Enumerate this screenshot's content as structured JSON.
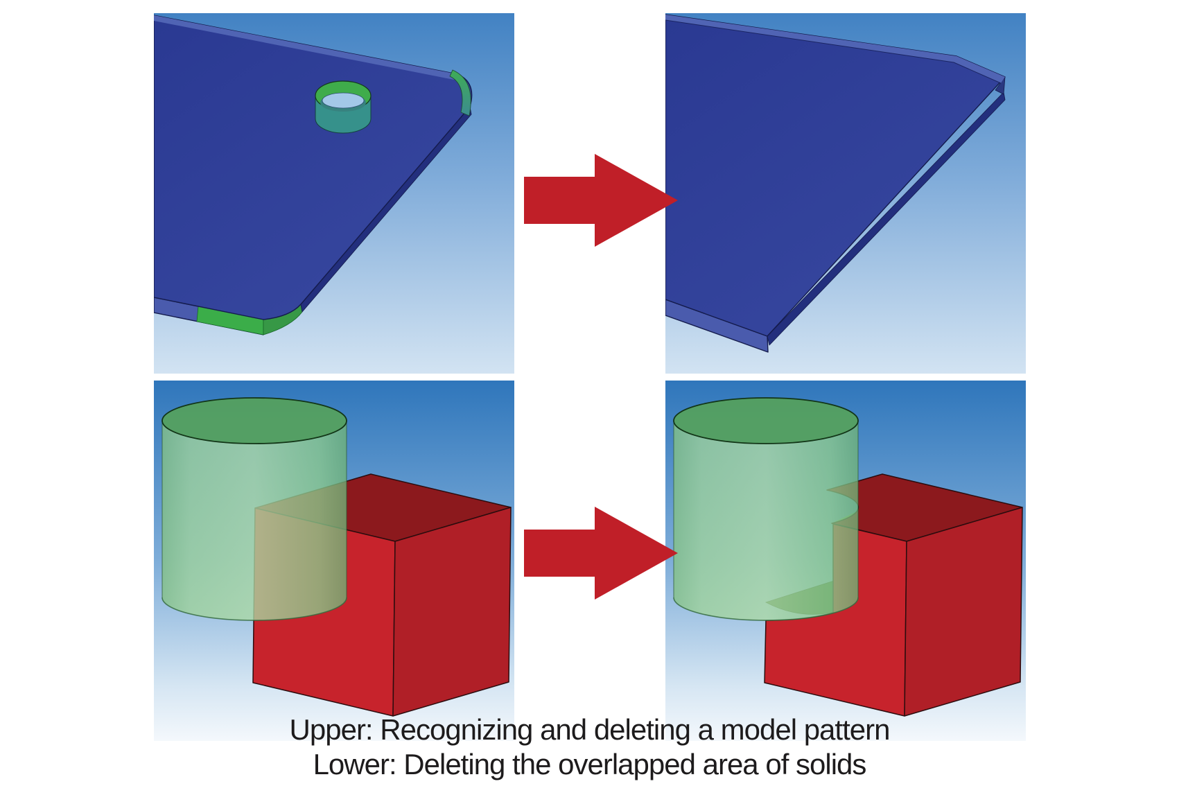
{
  "figure": {
    "caption": {
      "line1": "Upper: Recognizing and deleting a model pattern",
      "line2": "Lower: Deleting the overlapped area of solids"
    },
    "arrows": {
      "icon": "right-arrow",
      "color": "#C01F28"
    },
    "colors": {
      "background": "#FFFFFF",
      "caption_text": "#1D1B1C",
      "plate_blue": "#2E3D98",
      "plate_edge_blue": "#4A5BAD",
      "highlight_green": "#3BAD49",
      "highlight_teal": "#36918B",
      "cube_red_front": "#C7232C",
      "cube_red_side": "#B01F27",
      "cube_red_top": "#8C191D",
      "cylinder_green": "#8FC98E",
      "sky_blue_top_row1": "#4282C3",
      "sky_blue_top_row2": "#2F76BB",
      "sky_light_bottom": "#F4F8FC"
    }
  }
}
